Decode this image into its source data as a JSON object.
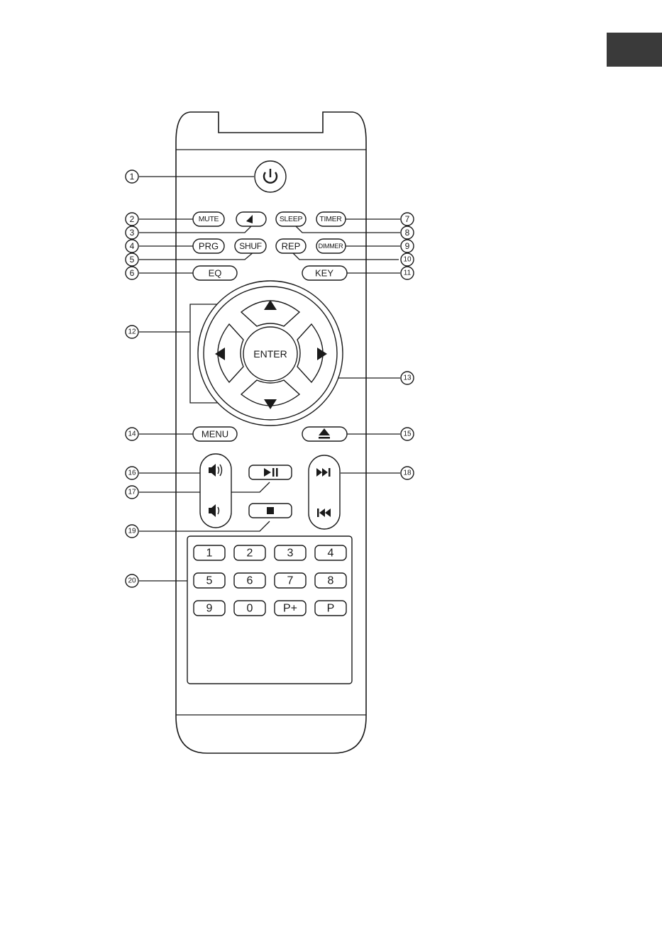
{
  "remote": {
    "buttons": {
      "mute": "MUTE",
      "sleep": "SLEEP",
      "timer": "TIMER",
      "prg": "PRG",
      "shuf": "SHUF",
      "rep": "REP",
      "dimmer": "DIMMER",
      "eq": "EQ",
      "key": "KEY",
      "enter": "ENTER",
      "menu": "MENU"
    },
    "keypad": [
      "1",
      "2",
      "3",
      "4",
      "5",
      "6",
      "7",
      "8",
      "9",
      "0",
      "P+",
      "P"
    ]
  },
  "callouts": [
    "1",
    "2",
    "3",
    "4",
    "5",
    "6",
    "7",
    "8",
    "9",
    "10",
    "11",
    "12",
    "13",
    "14",
    "15",
    "16",
    "17",
    "18",
    "19",
    "20"
  ],
  "icons": {
    "power": "power-icon",
    "alarm": "alarm-icon",
    "up": "arrow-up-icon",
    "down": "arrow-down-icon",
    "left": "arrow-left-icon",
    "right": "arrow-right-icon",
    "eject": "eject-icon",
    "volume_up": "volume-up-icon",
    "volume_down": "volume-down-icon",
    "play_pause": "play-pause-icon",
    "stop": "stop-icon",
    "next": "skip-next-icon",
    "previous": "skip-previous-icon"
  }
}
